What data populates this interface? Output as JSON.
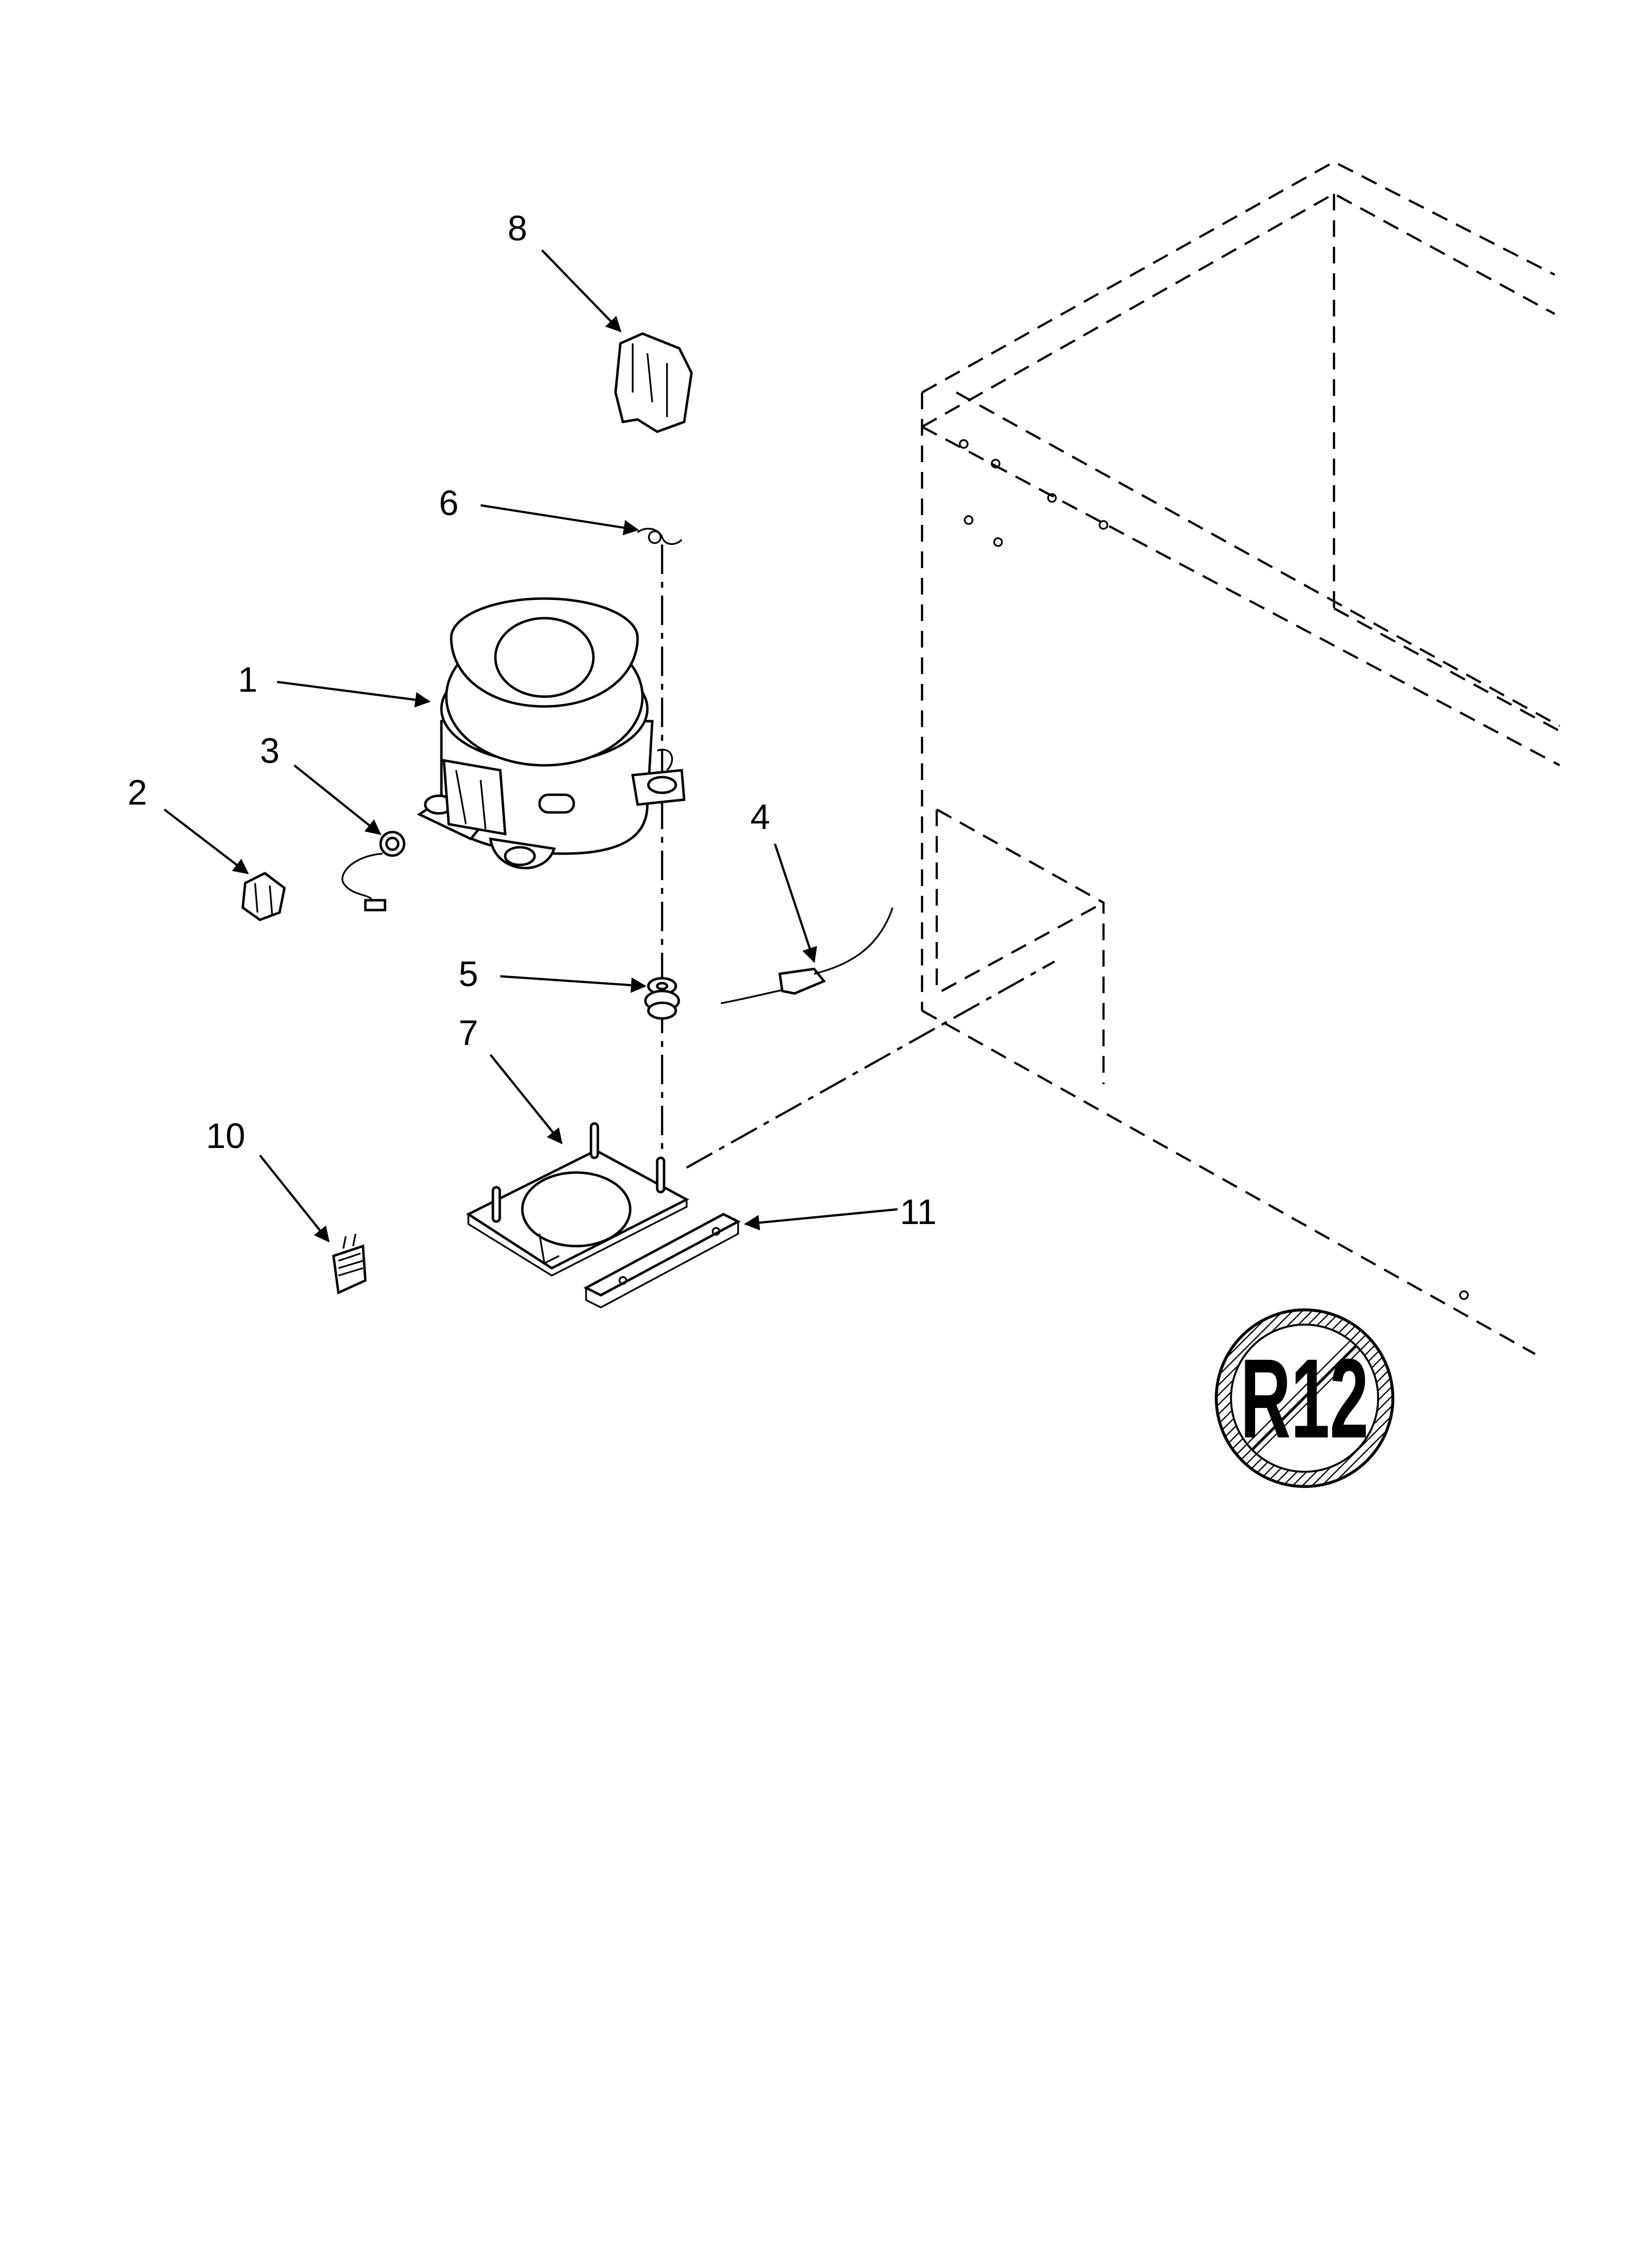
{
  "diagram": {
    "callouts": [
      {
        "id": "1",
        "label": "1"
      },
      {
        "id": "2",
        "label": "2"
      },
      {
        "id": "3",
        "label": "3"
      },
      {
        "id": "4",
        "label": "4"
      },
      {
        "id": "5",
        "label": "5"
      },
      {
        "id": "6",
        "label": "6"
      },
      {
        "id": "7",
        "label": "7"
      },
      {
        "id": "8",
        "label": "8"
      },
      {
        "id": "10",
        "label": "10"
      },
      {
        "id": "11",
        "label": "11"
      }
    ],
    "no_r12_logo": {
      "text": "R12"
    }
  }
}
